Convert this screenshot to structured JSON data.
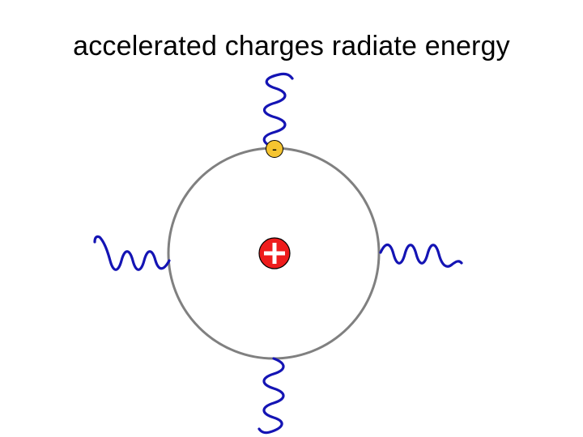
{
  "slide": {
    "title": "accelerated charges radiate energy"
  },
  "diagram": {
    "nucleus": {
      "label": "+",
      "charge": "positive",
      "fill": "#ee1c1c",
      "symbol_color": "#ffffff"
    },
    "electron": {
      "label": "-",
      "charge": "negative",
      "fill": "#f5c430"
    },
    "orbit": {
      "color": "#808080"
    },
    "waves": {
      "color": "#1414b4",
      "directions": [
        "up",
        "left",
        "right",
        "down"
      ]
    }
  }
}
